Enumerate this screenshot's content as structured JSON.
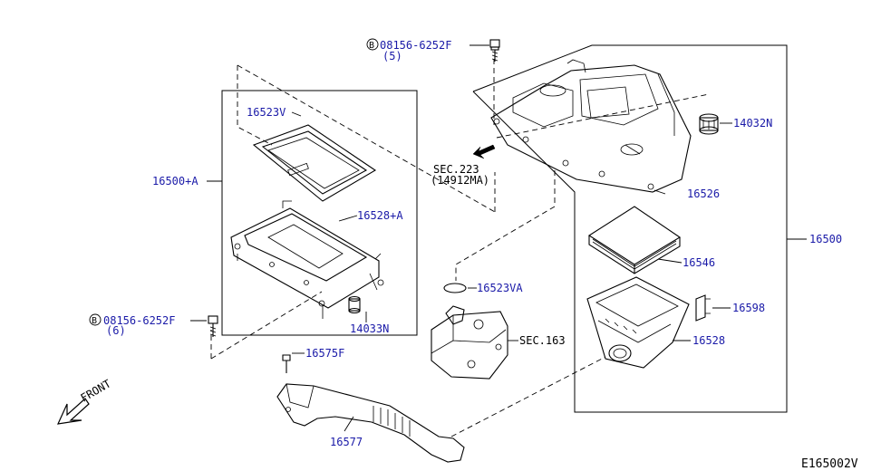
{
  "diagram_id": "E165002V",
  "front_label": "FRONT",
  "bolt_symbol": "B",
  "labels": {
    "bolt_top_part": "08156-6252F",
    "bolt_top_qty": "(5)",
    "bolt_left_part": "08156-6252F",
    "bolt_left_qty": "(6)",
    "p16523v": "16523V",
    "p16500a": "16500+A",
    "p16528a": "16528+A",
    "p14033n": "14033N",
    "sec223": "SEC.223",
    "sec223_sub": "(14912MA)",
    "p16523va": "16523VA",
    "sec163": "SEC.163",
    "p16575f": "16575F",
    "p16577": "16577",
    "p14032n": "14032N",
    "p16526": "16526",
    "p16546": "16546",
    "p16598": "16598",
    "p16528": "16528",
    "p16500": "16500"
  },
  "colors": {
    "label_blue": "#1a1aa8",
    "line": "#000000"
  }
}
